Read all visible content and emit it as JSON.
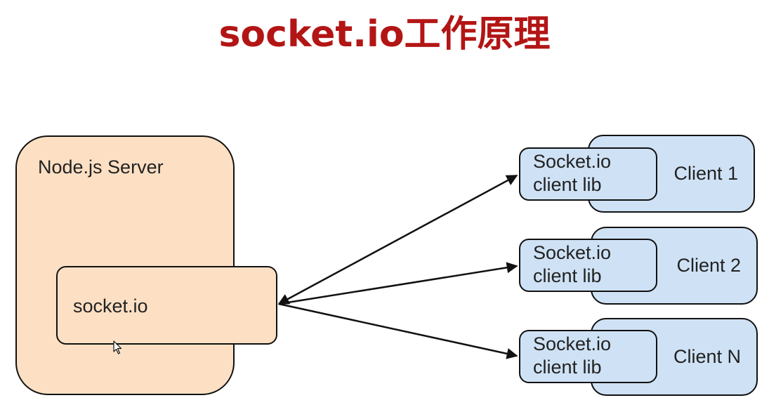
{
  "title": "socket.io工作原理",
  "server": {
    "label": "Node.js Server",
    "inner_label": "socket.io"
  },
  "clients": [
    {
      "label": "Client 1",
      "lib_line1": "Socket.io",
      "lib_line2": "client lib"
    },
    {
      "label": "Client 2",
      "lib_line1": "Socket.io",
      "lib_line2": "client lib"
    },
    {
      "label": "Client N",
      "lib_line1": "Socket.io",
      "lib_line2": "client lib"
    }
  ],
  "colors": {
    "title": "#b31515",
    "server_fill": "#fde0c4",
    "client_fill": "#cfe2f5",
    "stroke": "#111111"
  },
  "icons": {
    "cursor": "mouse-pointer-icon"
  }
}
